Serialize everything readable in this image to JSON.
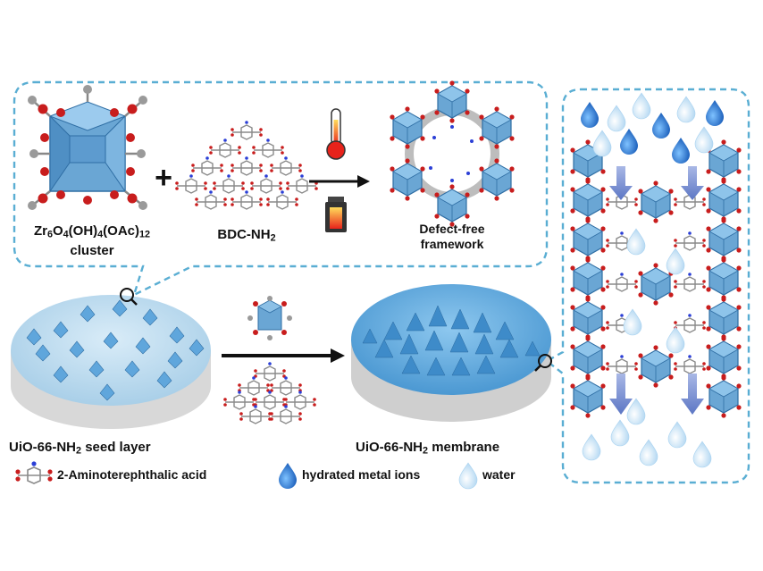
{
  "labels": {
    "cluster_formula_prefix": "Zr",
    "cluster_formula_sub1": "6",
    "cluster_formula_mid1": "O",
    "cluster_formula_sub2": "4",
    "cluster_formula_mid2": "(OH)",
    "cluster_formula_sub3": "4",
    "cluster_formula_mid3": "(OAc)",
    "cluster_formula_sub4": "12",
    "cluster_word": "cluster",
    "linker_prefix": "BDC-NH",
    "linker_sub": "2",
    "plus": "+",
    "framework_line1": "Defect-free",
    "framework_line2": "framework",
    "seed_prefix": "UiO-66-NH",
    "seed_sub": "2",
    "seed_suffix": " seed layer",
    "membrane_prefix": "UiO-66-NH",
    "membrane_sub": "2",
    "membrane_suffix": " membrane"
  },
  "legend": [
    {
      "icon": "linker-molecule-icon",
      "label": "2-Aminoterephthalic acid"
    },
    {
      "icon": "hydrated-ion-drop-icon",
      "label": "hydrated metal ions"
    },
    {
      "icon": "water-drop-icon",
      "label": "water"
    }
  ],
  "colors": {
    "dashed_border": "#5aaed3",
    "octahedron": "#6aa6d4",
    "octahedron_dark": "#3e7fb5",
    "oxygen": "#c81d1d",
    "carbon": "#9a9a9a",
    "nitrogen": "#2b3fd6",
    "ion_drop": "#1c6fd1",
    "water_drop": "#cfe6f7",
    "arrow": "#111111",
    "flow_arrow": "#7f95d0"
  }
}
